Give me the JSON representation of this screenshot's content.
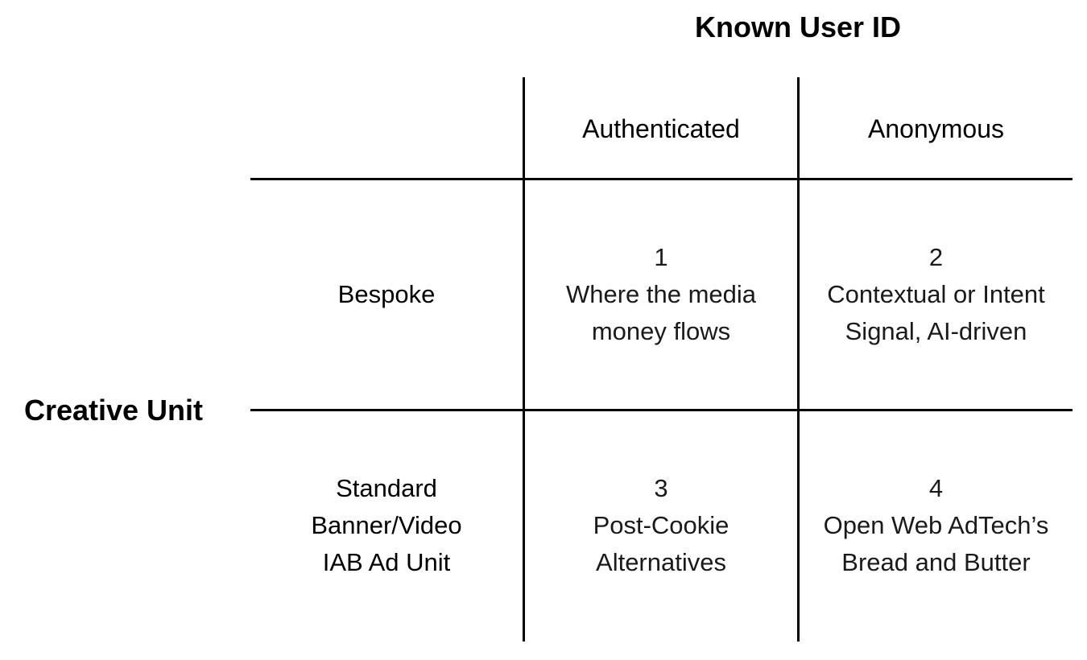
{
  "top_axis": {
    "title": "Known User ID"
  },
  "left_axis": {
    "title": "Creative Unit"
  },
  "columns": [
    {
      "label": "Authenticated"
    },
    {
      "label": "Anonymous"
    }
  ],
  "rows": [
    {
      "label_lines": [
        "Bespoke"
      ]
    },
    {
      "label_lines": [
        "Standard",
        "Banner/Video",
        "IAB Ad Unit"
      ]
    }
  ],
  "cells": [
    {
      "number": "1",
      "lines": [
        "Where the media",
        "money flows"
      ]
    },
    {
      "number": "2",
      "lines": [
        "Contextual or Intent",
        "Signal, AI-driven"
      ]
    },
    {
      "number": "3",
      "lines": [
        "Post-Cookie",
        "Alternatives"
      ]
    },
    {
      "number": "4",
      "lines": [
        "Open Web AdTech’s",
        "Bread and Butter"
      ]
    }
  ]
}
